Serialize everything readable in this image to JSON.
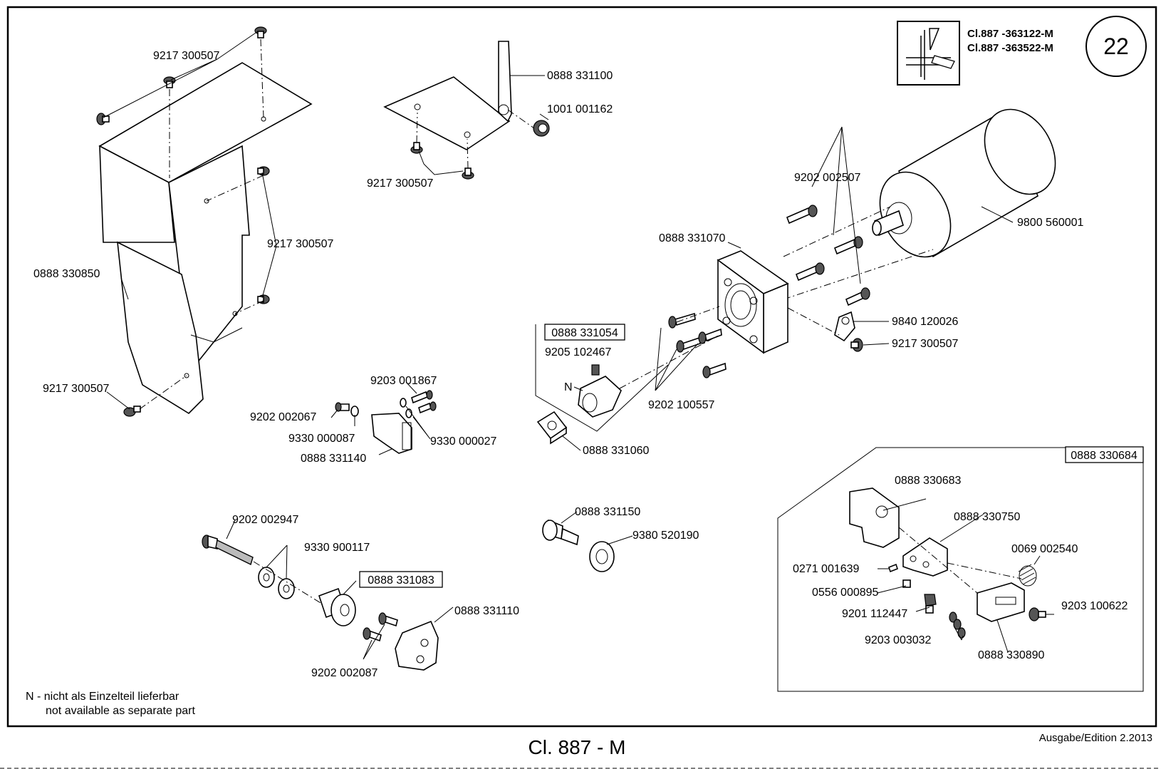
{
  "page": {
    "number": "22",
    "models": [
      "Cl.887 -363122-M",
      "Cl.887 -363522-M"
    ],
    "footer_title": "Cl. 887 - M",
    "edition": "Ausgabe/Edition  2.2013"
  },
  "note": {
    "line1": "N - nicht als Einzelteil lieferbar",
    "line2": "not available as separate part"
  },
  "labels": {
    "p9217_top": "9217 300507",
    "p0888_330850": "0888 330850",
    "p9217_mid": "9217 300507",
    "p9217_bottom": "9217 300507",
    "p0888_331100": "0888 331100",
    "p1001_001162": "1001 001162",
    "p9217_plate": "9217 300507",
    "p9202_002507": "9202 002507",
    "p0888_331070": "0888 331070",
    "p9800_560001": "9800 560001",
    "p9840_120026": "9840 120026",
    "p9217_clip": "9217 300507",
    "p0888_331054": "0888 331054",
    "p9205_102467": "9205 102467",
    "n_mark": "N",
    "p9202_100557": "9202 100557",
    "p0888_331060": "0888 331060",
    "p9203_001867": "9203 001867",
    "p9202_002067": "9202 002067",
    "p9330_000087": "9330 000087",
    "p9330_000027": "9330 000027",
    "p0888_331140": "0888 331140",
    "p9202_002947": "9202 002947",
    "p9330_900117": "9330 900117",
    "p0888_331083": "0888 331083",
    "p0888_331110": "0888 331110",
    "p9202_002087": "9202 002087",
    "p0888_331150": "0888 331150",
    "p9380_520190": "9380 520190",
    "p0888_330684": "0888 330684",
    "p0888_330683": "0888 330683",
    "p0888_330750": "0888 330750",
    "p0069_002540": "0069 002540",
    "p0271_001639": "0271 001639",
    "p0556_000895": "0556 000895",
    "p9201_112447": "9201 112447",
    "p9203_100622": "9203 100622",
    "p9203_003032": "9203 003032",
    "p0888_330890": "0888 330890"
  }
}
